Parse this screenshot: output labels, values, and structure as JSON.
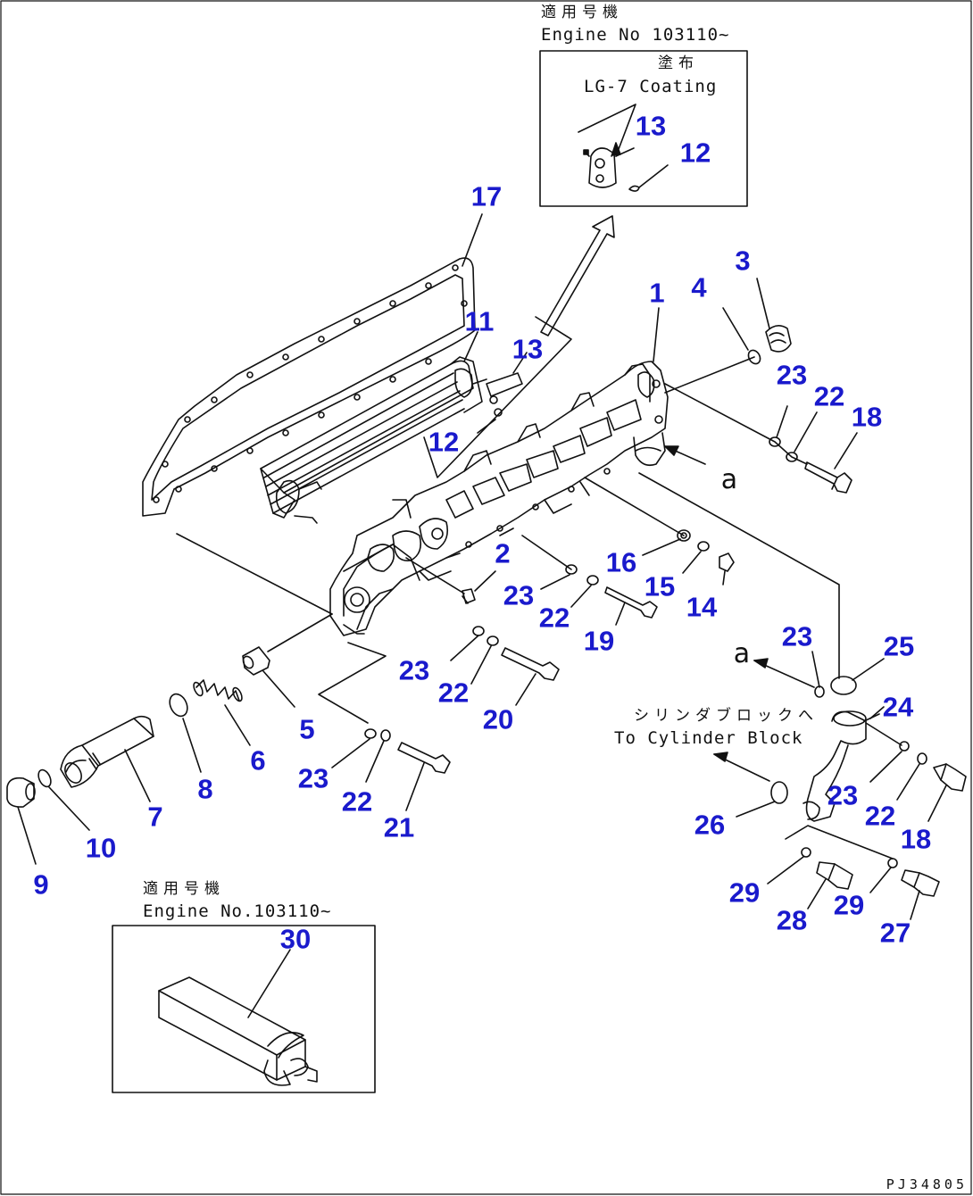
{
  "drawing_code": "PJ34805",
  "notes": {
    "top_applicable_jp": "適用号機",
    "top_engine_no": "Engine No 103110~",
    "coating_jp": "塗布",
    "coating_en": "LG-7 Coating",
    "cylinder_jp": "シリンダブロックへ",
    "cylinder_en": "To Cylinder Block",
    "bottom_applicable_jp": "適用号機",
    "bottom_engine_no": "Engine No.103110~"
  },
  "reference_letter": "a",
  "callouts": {
    "p1": "1",
    "p2": "2",
    "p3": "3",
    "p4": "4",
    "p5": "5",
    "p6": "6",
    "p7": "7",
    "p8": "8",
    "p9": "9",
    "p10": "10",
    "p11": "11",
    "p12a": "12",
    "p12b": "12",
    "p13a": "13",
    "p13b": "13",
    "p14": "14",
    "p15": "15",
    "p16": "16",
    "p17": "17",
    "p18a": "18",
    "p18b": "18",
    "p19": "19",
    "p20": "20",
    "p21": "21",
    "p22a": "22",
    "p22b": "22",
    "p22c": "22",
    "p22d": "22",
    "p22e": "22",
    "p23a": "23",
    "p23b": "23",
    "p23c": "23",
    "p23d": "23",
    "p23e": "23",
    "p23f": "23",
    "p24": "24",
    "p25": "25",
    "p26": "26",
    "p27": "27",
    "p28": "28",
    "p29a": "29",
    "p29b": "29",
    "p30": "30"
  }
}
